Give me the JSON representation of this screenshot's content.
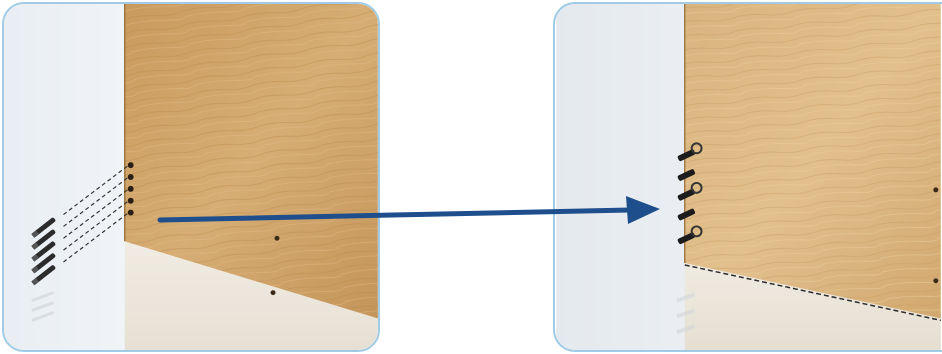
{
  "diagram": {
    "steps": [
      {
        "id": "before",
        "description_hidden": ""
      },
      {
        "id": "after",
        "description_hidden": ""
      }
    ],
    "colors": {
      "panel_border": "#9fcbe6",
      "arrow": "#1f4e8c",
      "wood_light": "#d8b27a",
      "wood_dark": "#b8894f",
      "wall_light": "#f4f6f8",
      "floor": "#eee9df",
      "screw": "#1c1c1c"
    },
    "icons": [
      "wood-panel",
      "dowel-screw",
      "cam-fitting",
      "direction-arrow"
    ]
  }
}
